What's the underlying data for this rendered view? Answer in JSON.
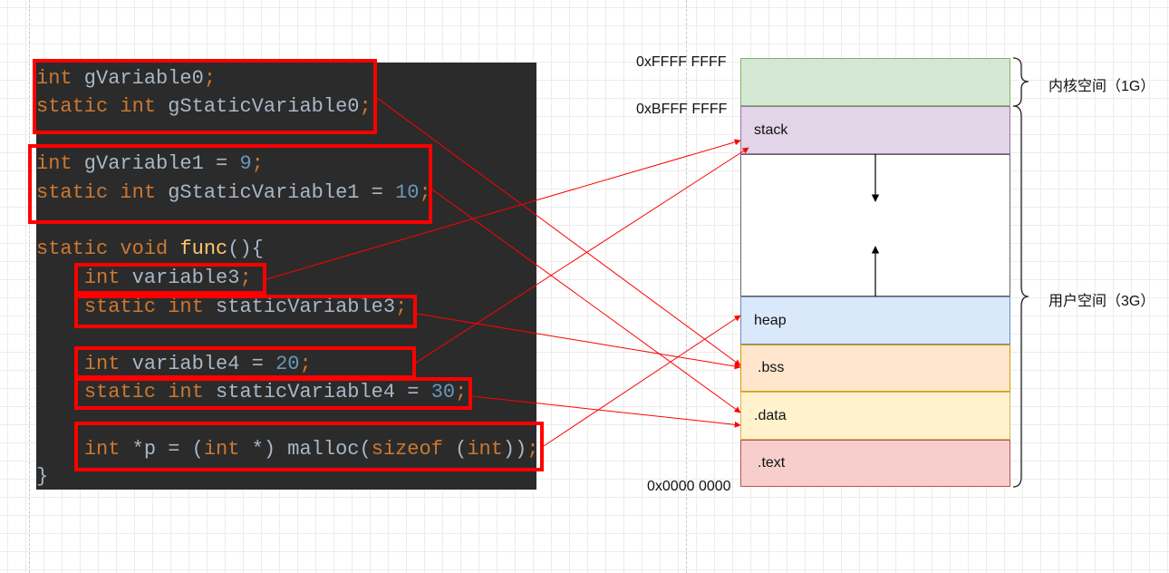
{
  "code": {
    "lines": [
      [
        {
          "t": "int",
          "c": "kw"
        },
        {
          "t": " gVariable0",
          "c": "tx"
        },
        {
          "t": ";",
          "c": "kw"
        }
      ],
      [
        {
          "t": "static",
          "c": "kw"
        },
        {
          "t": " ",
          "c": "tx"
        },
        {
          "t": "int",
          "c": "kw"
        },
        {
          "t": " gStaticVariable0",
          "c": "tx"
        },
        {
          "t": ";",
          "c": "kw"
        }
      ],
      [],
      [
        {
          "t": "int",
          "c": "kw"
        },
        {
          "t": " gVariable1 = ",
          "c": "tx"
        },
        {
          "t": "9",
          "c": "num"
        },
        {
          "t": ";",
          "c": "kw"
        }
      ],
      [
        {
          "t": "static",
          "c": "kw"
        },
        {
          "t": " ",
          "c": "tx"
        },
        {
          "t": "int",
          "c": "kw"
        },
        {
          "t": " gStaticVariable1 = ",
          "c": "tx"
        },
        {
          "t": "10",
          "c": "num"
        },
        {
          "t": ";",
          "c": "kw"
        }
      ],
      [],
      [
        {
          "t": "static",
          "c": "kw"
        },
        {
          "t": " ",
          "c": "tx"
        },
        {
          "t": "void",
          "c": "kw"
        },
        {
          "t": " ",
          "c": "tx"
        },
        {
          "t": "func",
          "c": "fn"
        },
        {
          "t": "(){",
          "c": "tx"
        }
      ],
      [
        {
          "t": "    ",
          "c": "tx"
        },
        {
          "t": "int",
          "c": "kw"
        },
        {
          "t": " variable3",
          "c": "tx"
        },
        {
          "t": ";",
          "c": "kw"
        }
      ],
      [
        {
          "t": "    ",
          "c": "tx"
        },
        {
          "t": "static",
          "c": "kw"
        },
        {
          "t": " ",
          "c": "tx"
        },
        {
          "t": "int",
          "c": "kw"
        },
        {
          "t": " staticVariable3",
          "c": "tx"
        },
        {
          "t": ";",
          "c": "kw"
        }
      ],
      [],
      [
        {
          "t": "    ",
          "c": "tx"
        },
        {
          "t": "int",
          "c": "kw"
        },
        {
          "t": " variable4 = ",
          "c": "tx"
        },
        {
          "t": "20",
          "c": "num"
        },
        {
          "t": ";",
          "c": "kw"
        }
      ],
      [
        {
          "t": "    ",
          "c": "tx"
        },
        {
          "t": "static",
          "c": "kw"
        },
        {
          "t": " ",
          "c": "tx"
        },
        {
          "t": "int",
          "c": "kw"
        },
        {
          "t": " staticVariable4 = ",
          "c": "tx"
        },
        {
          "t": "30",
          "c": "num"
        },
        {
          "t": ";",
          "c": "kw"
        }
      ],
      [],
      [
        {
          "t": "    ",
          "c": "tx"
        },
        {
          "t": "int",
          "c": "kw"
        },
        {
          "t": " *p = (",
          "c": "tx"
        },
        {
          "t": "int",
          "c": "kw"
        },
        {
          "t": " *) malloc(",
          "c": "tx"
        },
        {
          "t": "sizeof",
          "c": "kw"
        },
        {
          "t": " (",
          "c": "tx"
        },
        {
          "t": "int",
          "c": "kw"
        },
        {
          "t": "))",
          "c": "tx"
        },
        {
          "t": ";",
          "c": "kw"
        }
      ],
      [
        {
          "t": "}",
          "c": "tx"
        }
      ]
    ]
  },
  "memory": {
    "segments": {
      "kernel": "",
      "stack": "stack",
      "free": "",
      "heap": "heap",
      "bss": ".bss",
      "data": ".data",
      "text": ".text"
    },
    "addresses": {
      "top": "0xFFFF FFFF",
      "kernel_boundary": "0xBFFF FFFF",
      "bottom": "0x0000 0000"
    },
    "kernel_space_label": "内核空间（1G）",
    "user_space_label": "用户空间（3G）"
  },
  "colors": {
    "code_bg": "#2b2b2b",
    "keyword": "#cc7832",
    "number": "#6897bb",
    "function": "#ffc66d",
    "text": "#a9b7c6",
    "highlight": "#ff0000",
    "kernel": "#d5e8d4",
    "stack": "#e1d5e7",
    "free": "#ffffff",
    "heap": "#dae8fc",
    "bss": "#ffe6cc",
    "data": "#fff2cc",
    "text_segment": "#f8cecc"
  }
}
